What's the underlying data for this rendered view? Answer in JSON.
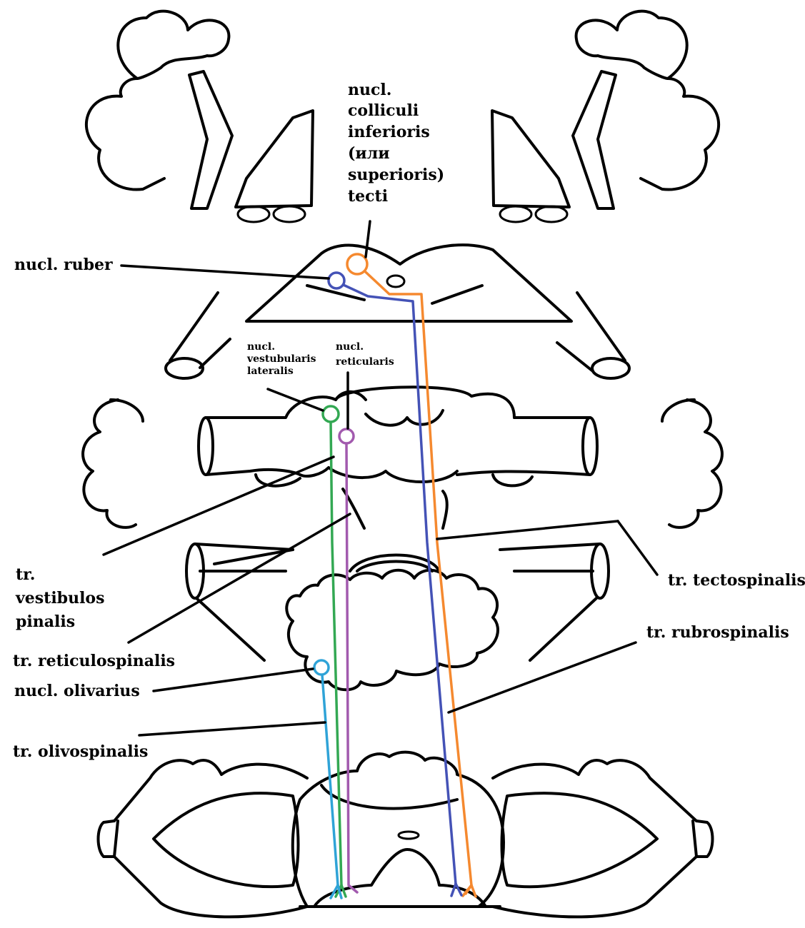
{
  "labels": {
    "tecti": [
      "nucl.",
      "colliculi",
      "inferioris",
      "(или",
      "superioris)",
      "tecti"
    ],
    "ruber": "nucl. ruber",
    "vestibularis": [
      "nucl.",
      "vestubularis",
      "lateralis"
    ],
    "reticularis": [
      "nucl.",
      "reticularis"
    ],
    "tr_vestibulospinalis": [
      "tr.",
      "vestibulos",
      "pinalis"
    ],
    "tr_reticulospinalis": "tr. reticulospinalis",
    "olivarius": "nucl. olivarius",
    "tr_olivospinalis": "tr. olivospinalis",
    "tr_tectospinalis": "tr. tectospinalis",
    "tr_rubrospinalis": "tr. rubrospinalis"
  },
  "colors": {
    "outline": "#000000",
    "tectospinal": "#f5892f",
    "rubrospinal": "#4452b6",
    "vestibulospinal": "#33a853",
    "reticulospinal": "#a25aae",
    "olivospinal": "#2fa3d7"
  }
}
